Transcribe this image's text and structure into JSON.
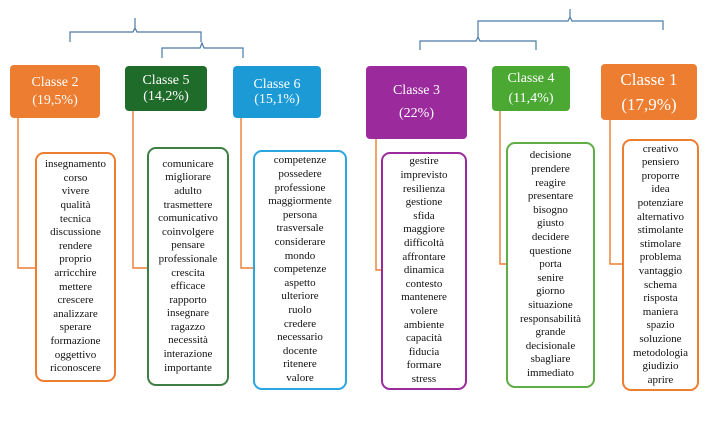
{
  "classes": [
    {
      "title": "Classe 2",
      "pct": "(19,5%)",
      "color": "#ED7D31",
      "border": "#ED7D31",
      "words": [
        "insegnamento",
        "corso",
        "vivere",
        "qualità",
        "tecnica",
        "discussione",
        "rendere",
        "proprio",
        "arricchire",
        "mettere",
        "crescere",
        "analizzare",
        "sperare",
        "formazione",
        "oggettivo",
        "riconoscere"
      ]
    },
    {
      "title": "Classe 5",
      "pct": "(14,2%)",
      "color": "#1E6B2A",
      "border": "#3E7E44",
      "words": [
        "comunicare",
        "migliorare",
        "adulto",
        "trasmettere",
        "comunicativo",
        "coinvolgere",
        "pensare",
        "professionale",
        "crescita",
        "efficace",
        "rapporto",
        "insegnare",
        "ragazzo",
        "necessità",
        "interazione",
        "importante"
      ]
    },
    {
      "title": "Classe 6",
      "pct": "(15,1%)",
      "color": "#1B9AD6",
      "border": "#2AA7E0",
      "words": [
        "competenze",
        "possedere",
        "professione",
        "maggiormente",
        "persona",
        "trasversale",
        "considerare",
        "mondo",
        "competenze",
        "aspetto",
        "ulteriore",
        "ruolo",
        "credere",
        "necessario",
        "docente",
        "ritenere",
        "valore"
      ]
    },
    {
      "title": "Classe 3",
      "pct": "(22%)",
      "color": "#9B2A9C",
      "border": "#9B2A9C",
      "words": [
        "gestire",
        "imprevisto",
        "resilienza",
        "gestione",
        "sfida",
        "maggiore",
        "difficoltà",
        "affrontare",
        "dinamica",
        "contesto",
        "mantenere",
        "volere",
        "ambiente",
        "capacità",
        "fiducia",
        "formare",
        "stress"
      ]
    },
    {
      "title": "Classe 4",
      "pct": "(11,4%)",
      "color": "#4AA833",
      "border": "#5FAE45",
      "words": [
        "decisione",
        "prendere",
        "reagire",
        "presentare",
        "bisogno",
        "giusto",
        "decidere",
        "questione",
        "porta",
        "senire",
        "giorno",
        "situazione",
        "responsabilità",
        "grande",
        "decisionale",
        "sbagliare",
        "immediato"
      ]
    },
    {
      "title": "Classe 1",
      "pct": "(17,9%)",
      "color": "#ED7D31",
      "border": "#ED7D31",
      "words": [
        "creativo",
        "pensiero",
        "proporre",
        "idea",
        "potenziare",
        "alternativo",
        "stimolante",
        "stimolare",
        "problema",
        "vantaggio",
        "schema",
        "risposta",
        "maniera",
        "spazio",
        "soluzione",
        "metodologia",
        "giudizio",
        "aprire"
      ]
    }
  ]
}
